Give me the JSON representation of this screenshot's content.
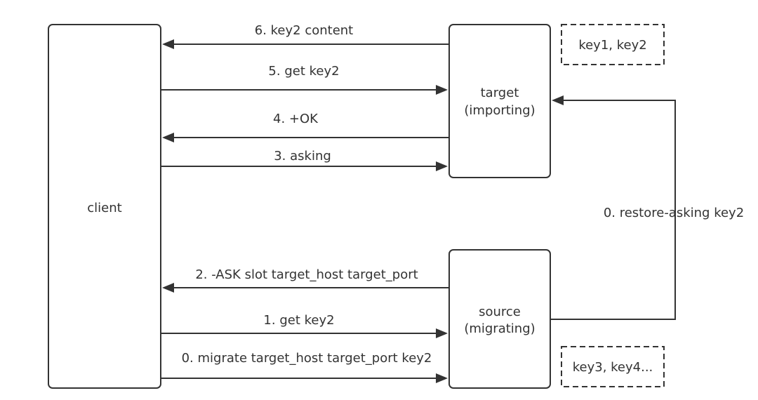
{
  "nodes": {
    "client": "client",
    "target_line1": "target",
    "target_line2": "(importing)",
    "source_line1": "source",
    "source_line2": "(migrating)",
    "target_keys": "key1, key2",
    "source_keys": "key3, key4..."
  },
  "edges": {
    "e6": "6. key2 content",
    "e5": "5. get key2",
    "e4": "4. +OK",
    "e3": "3. asking",
    "e2": "2. -ASK slot target_host target_port",
    "e1": "1. get key2",
    "e0_migrate": "0. migrate target_host target_port key2",
    "e0_restore": "0. restore-asking key2"
  },
  "colors": {
    "stroke": "#333333",
    "text": "#333333",
    "background": "#ffffff"
  }
}
